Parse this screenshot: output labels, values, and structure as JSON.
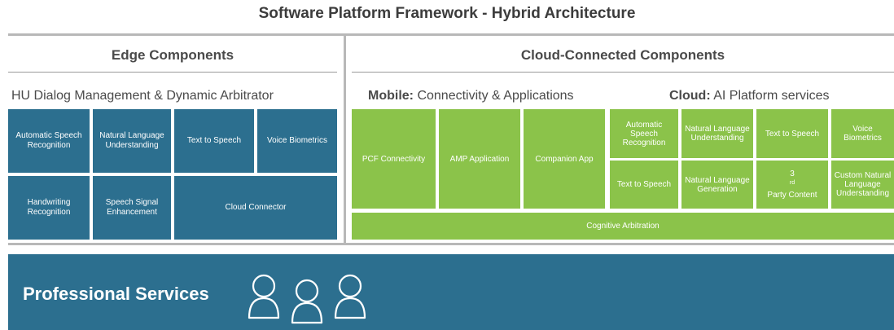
{
  "title": "Software Platform Framework - Hybrid Architecture",
  "edge": {
    "heading": "Edge Components",
    "subheading": "HU Dialog Management & Dynamic Arbitrator",
    "boxes": [
      "Automatic Speech Recognition",
      "Natural Language Understanding",
      "Text to Speech",
      "Voice Biometrics",
      "Handwriting Recognition",
      "Speech Signal Enhancement",
      "Cloud Connector"
    ]
  },
  "cloud": {
    "heading": "Cloud-Connected Components",
    "mobile_bold": "Mobile:",
    "mobile_rest": " Connectivity & Applications",
    "cloud_bold": "Cloud:",
    "cloud_rest": " AI Platform services",
    "mobile_boxes": [
      "PCF Connectivity",
      "AMP Application",
      "Companion App"
    ],
    "cloud_boxes_row1": [
      "Automatic Speech Recognition",
      "Natural Language Understanding",
      "Text to Speech",
      "Voice Biometrics"
    ],
    "cloud_boxes_row2": [
      "Text to Speech",
      "Natural Language Generation",
      "3rd Party Content",
      "Custom Natural Language Understanding"
    ],
    "third_party_sup": "rd",
    "third_party_prefix": "3",
    "third_party_suffix": " Party Content",
    "cognitive": "Cognitive Arbitration"
  },
  "professional": {
    "label": "Professional Services",
    "icons": [
      "person-icon",
      "person-icon",
      "person-icon"
    ]
  },
  "colors": {
    "blue": "#2c6f8f",
    "green": "#8bc34a",
    "divider": "#b8b8b8"
  }
}
